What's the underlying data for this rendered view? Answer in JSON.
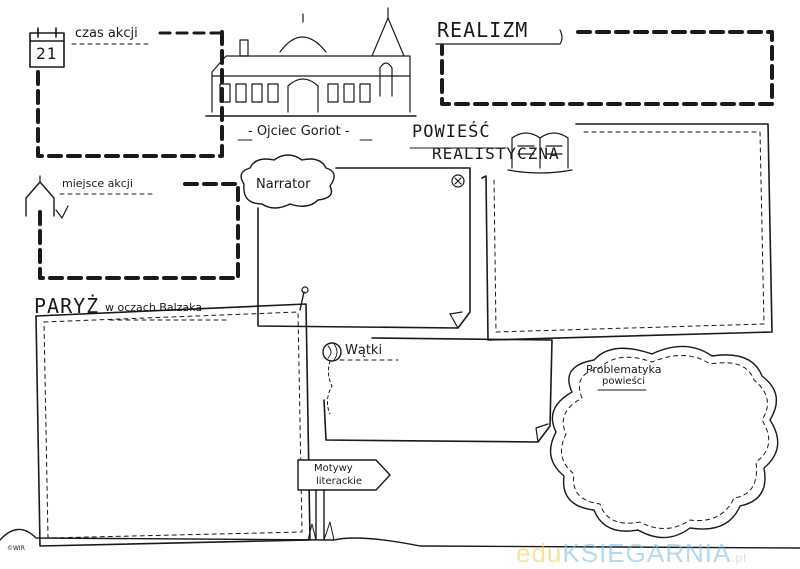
{
  "calendar_day": "21",
  "labels": {
    "time": "czas akcji",
    "place": "miejsce akcji",
    "book_title": "- Ojciec Goriot -",
    "realism": "REALIZM",
    "novel_line1": "POWIEŚĆ",
    "novel_line2": "REALISTYCZNA",
    "narrator": "Narrator",
    "paris_big": "PARYŻ",
    "paris_small": "w oczach Balzaka",
    "plots": "Wątki",
    "motifs_line1": "Motywy",
    "motifs_line2": "literackie",
    "problems_line1": "Problematyka",
    "problems_line2": "powieści"
  },
  "watermark": {
    "part1": "edu",
    "part2": "KSIEGARNIA",
    "suffix": ".pl"
  },
  "copyright": "©WIR",
  "colors": {
    "ink": "#1a1a1a",
    "paper": "#ffffff"
  }
}
